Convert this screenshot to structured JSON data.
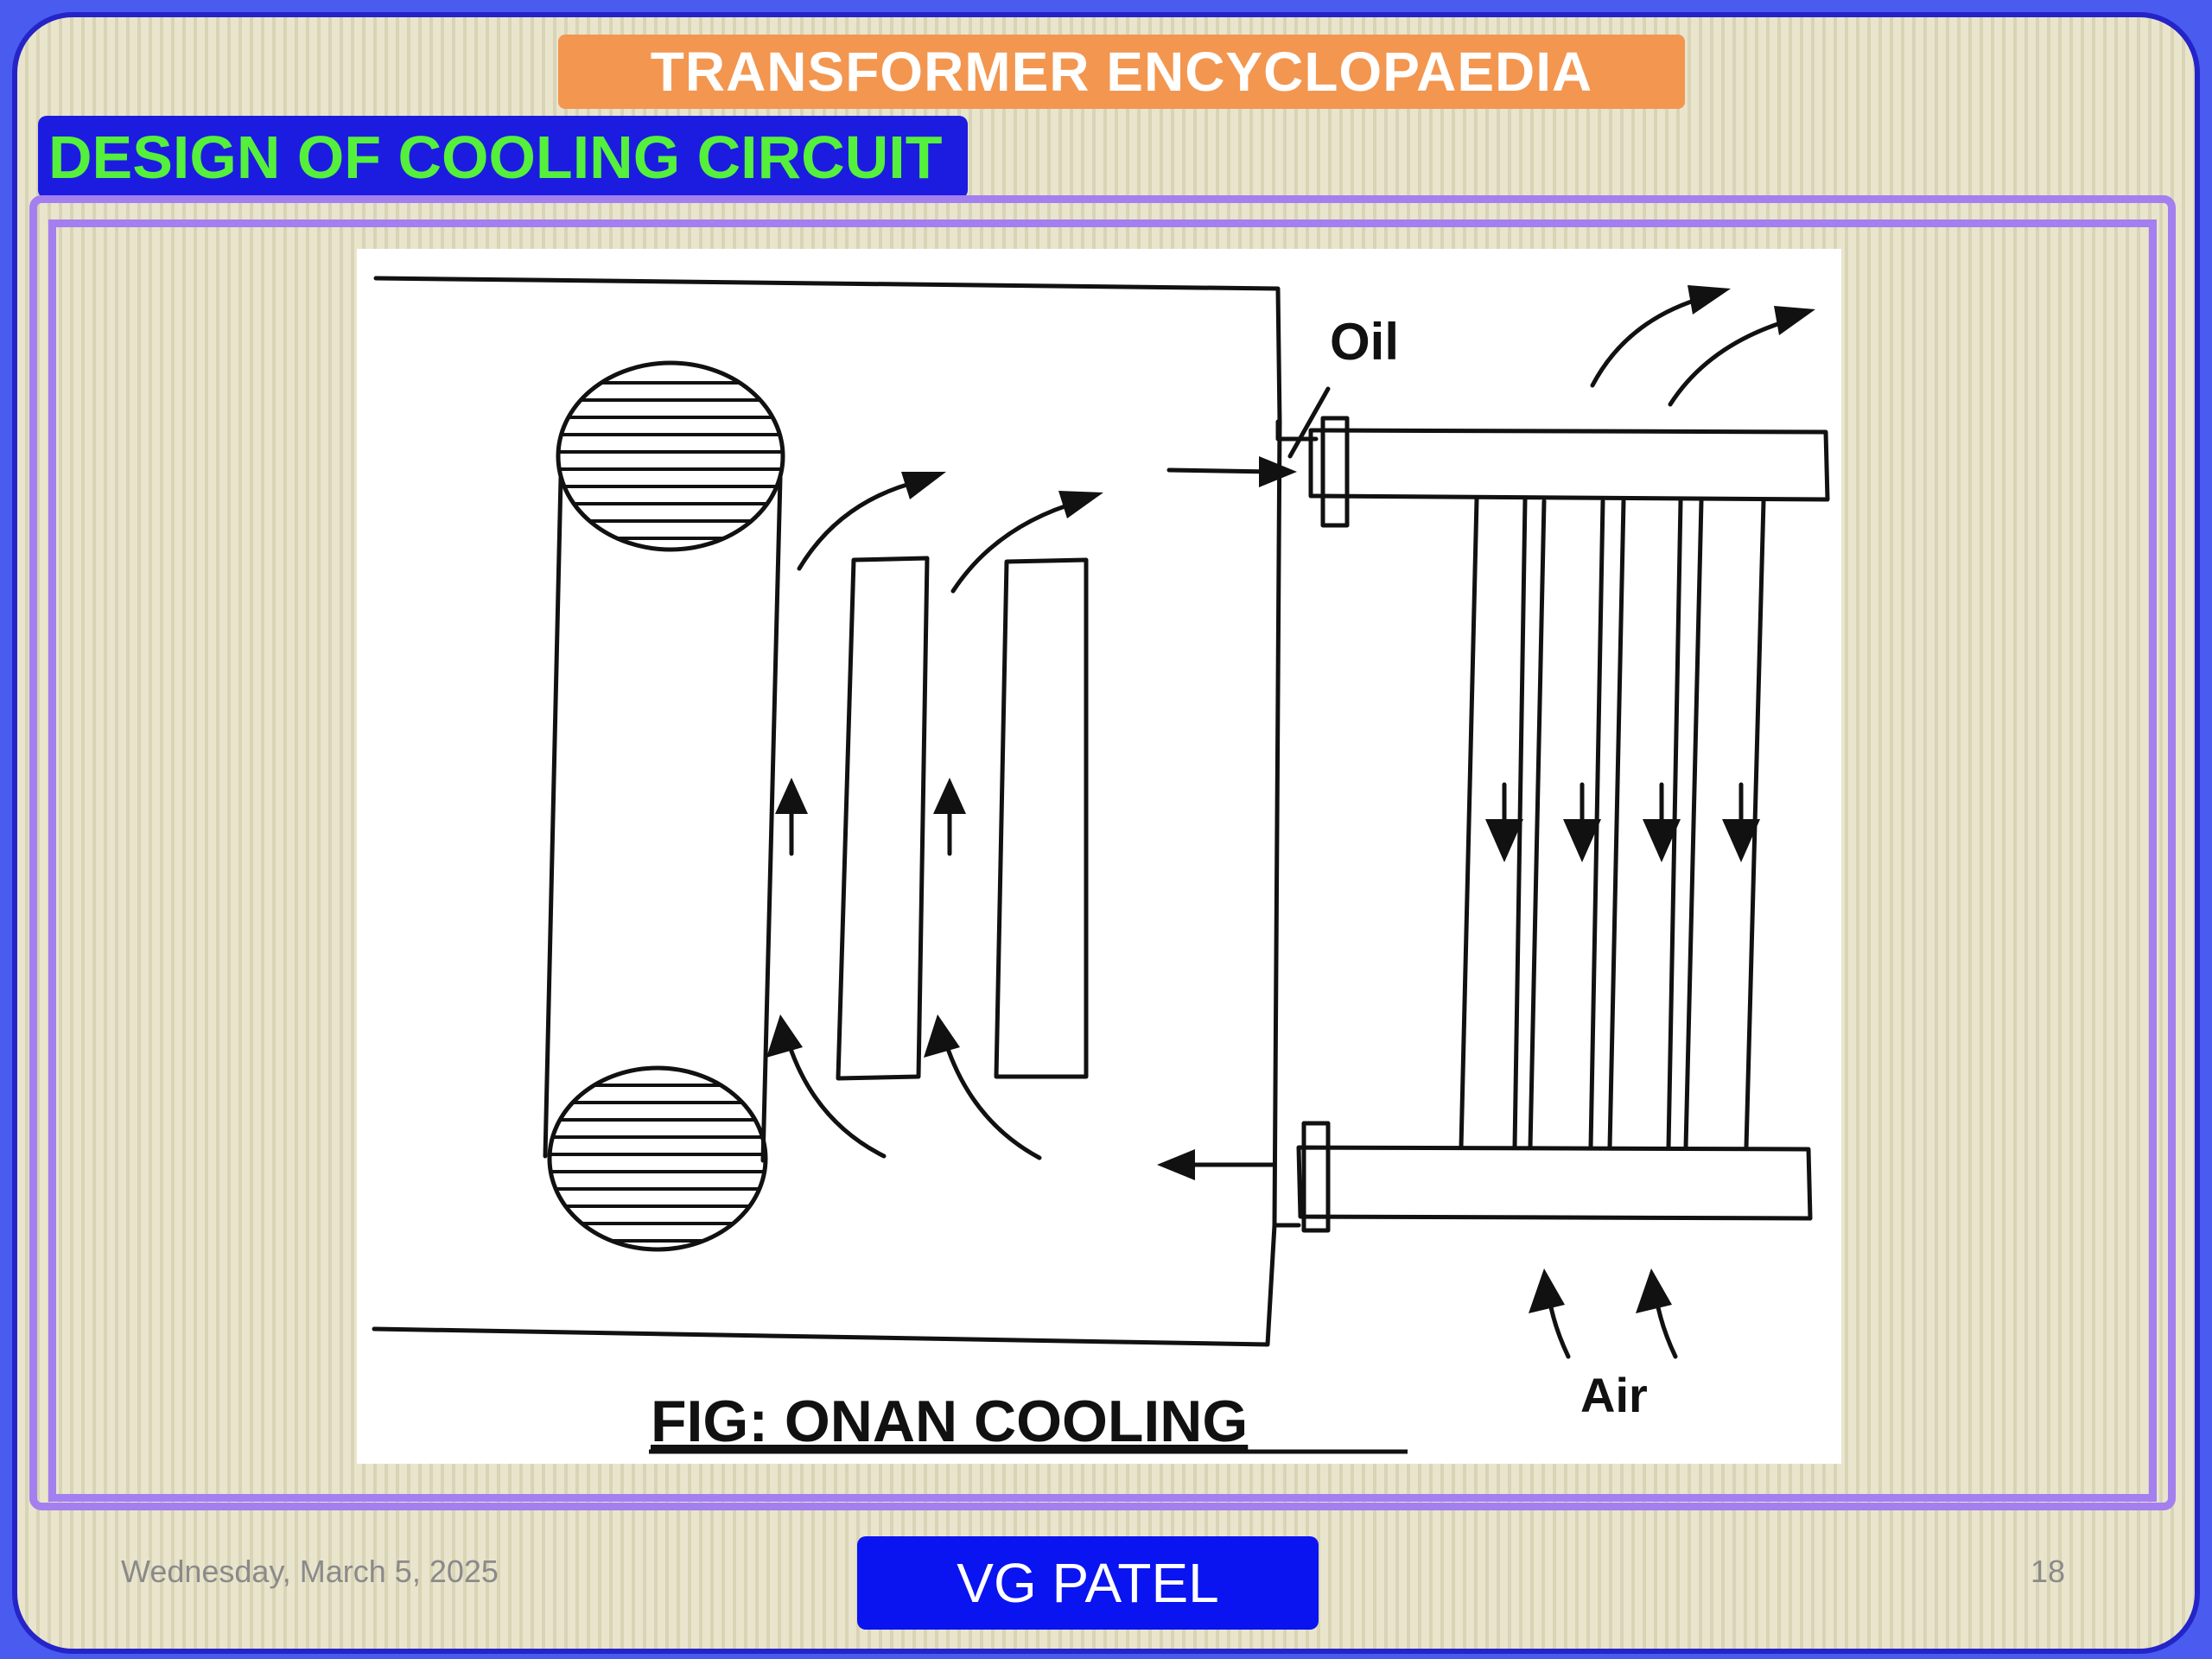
{
  "header": {
    "banner_title": "TRANSFORMER ENCYCLOPAEDIA",
    "slide_title": "DESIGN OF COOLING CIRCUIT"
  },
  "figure": {
    "label_oil": "Oil",
    "label_air": "Air",
    "caption": "FIG: ONAN COOLING"
  },
  "footer": {
    "date": "Wednesday, March 5, 2025",
    "author": "VG PATEL",
    "page_number": "18"
  },
  "colors": {
    "slide_border": "#2424c8",
    "banner_bg": "#f39650",
    "title_bg": "#1c1ce0",
    "title_text": "#55f03c",
    "frame": "#a47ff0",
    "author_bg": "#0a14f0"
  }
}
